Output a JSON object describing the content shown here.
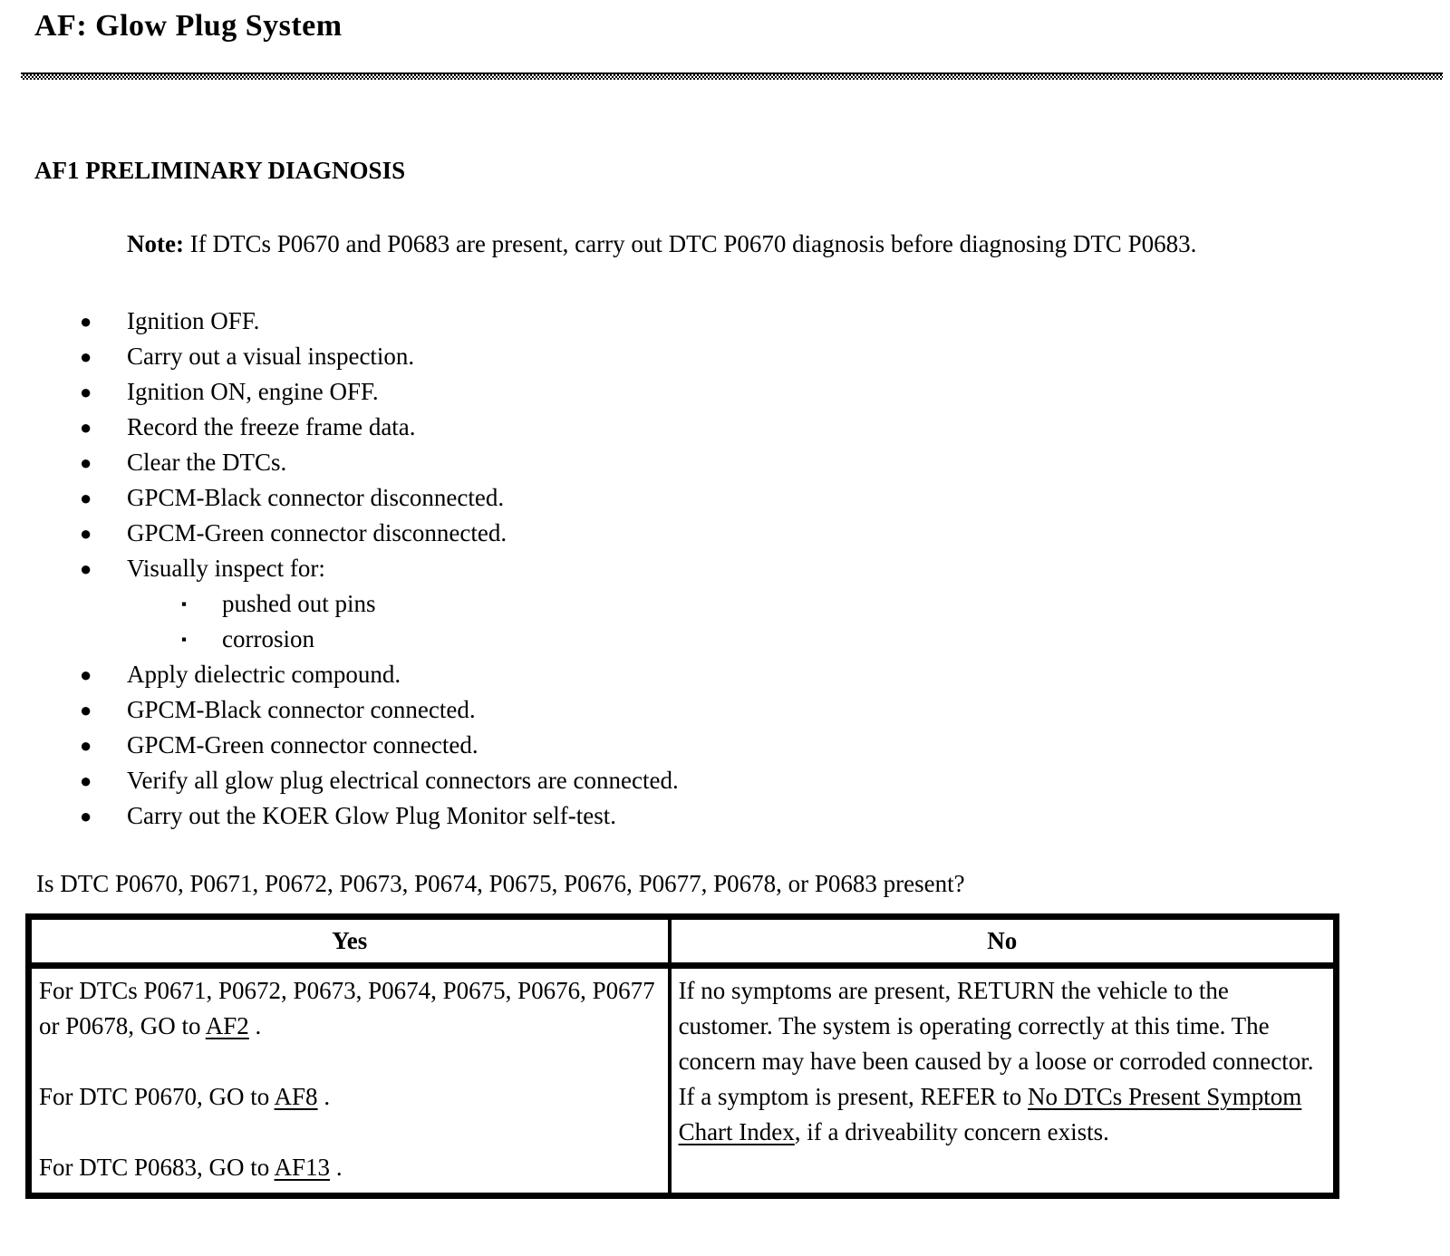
{
  "page": {
    "title": "AF: Glow Plug System"
  },
  "section": {
    "heading": "AF1 PRELIMINARY DIAGNOSIS",
    "note_label": "Note:",
    "note_text": " If DTCs P0670 and P0683 are present, carry out DTC P0670 diagnosis before diagnosing DTC P0683.",
    "bullet_char": "●",
    "sub_bullet_char": "▪",
    "steps": [
      "Ignition OFF.",
      "Carry out a visual inspection.",
      "Ignition ON, engine OFF.",
      "Record the freeze frame data.",
      "Clear the DTCs.",
      "GPCM-Black connector disconnected.",
      "GPCM-Green connector disconnected.",
      "Visually inspect for:",
      "pushed out pins",
      "corrosion",
      "Apply dielectric compound.",
      "GPCM-Black connector connected.",
      "GPCM-Green connector connected.",
      "Verify all glow plug electrical connectors are connected.",
      "Carry out the KOER Glow Plug Monitor self-test."
    ]
  },
  "question": "Is DTC P0670, P0671, P0672, P0673, P0674, P0675, P0676, P0677, P0678, or P0683 present?",
  "table": {
    "headers": {
      "yes": "Yes",
      "no": "No"
    },
    "yes_cell": {
      "paragraphs": [
        {
          "before": "For DTCs P0671, P0672, P0673, P0674, P0675, P0676, P0677 or P0678, GO to ",
          "link": "AF2",
          "after": " ."
        },
        {
          "before": "For DTC P0670, GO to ",
          "link": "AF8",
          "after": " ."
        },
        {
          "before": "For DTC P0683, GO to ",
          "link": "AF13",
          "after": " ."
        }
      ]
    },
    "no_cell": {
      "before": "If no symptoms are present, RETURN the vehicle to the customer. The system is operating correctly at this time. The concern may have been caused by a loose or corroded connector. If a symptom is present, REFER to ",
      "link": "No DTCs Present Symptom Chart Index",
      "after": ", if a driveability concern exists."
    }
  }
}
